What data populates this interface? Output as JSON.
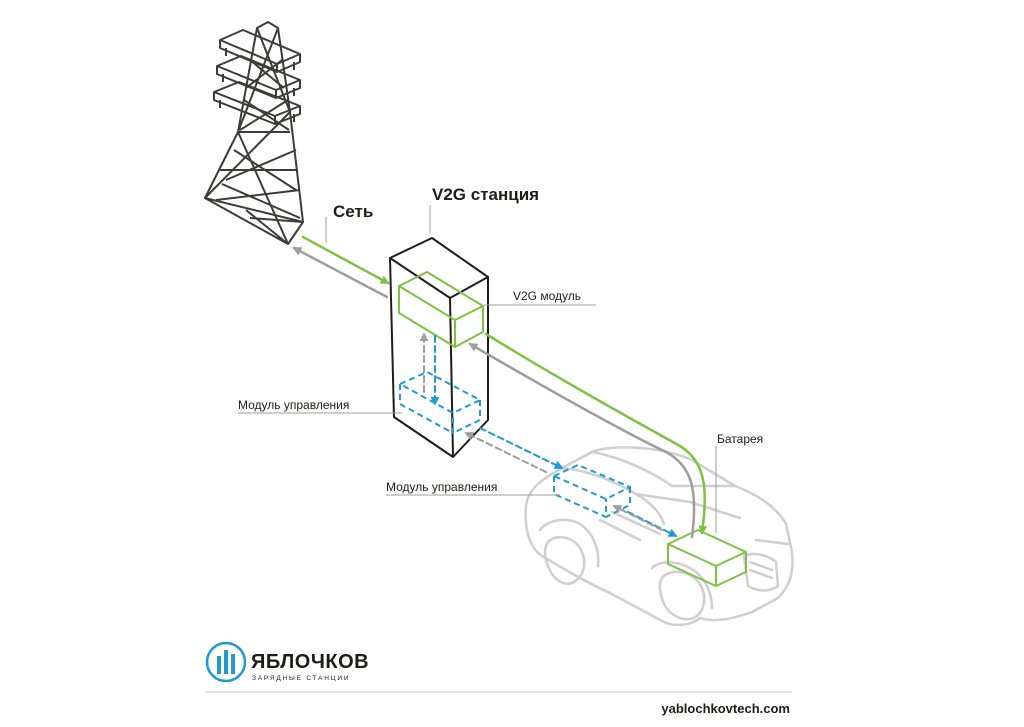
{
  "labels": {
    "grid": "Сеть",
    "station": "V2G станция",
    "v2g_module": "V2G модуль",
    "station_control": "Модуль управления",
    "car_control": "Модуль управления",
    "battery": "Батарея"
  },
  "brand": {
    "name": "ЯБЛОЧКОВ",
    "tagline": "ЗАРЯДНЫЕ СТАНЦИИ",
    "url": "yablochkovtech.com"
  },
  "colors": {
    "power": "#7dc242",
    "return": "#9d9d9c",
    "control": "#1f9bd1",
    "outline": "#1d1d1b",
    "car": "#cfcfcf",
    "brand": "#1f9bd1"
  },
  "icons": {
    "tower": "transmission-tower-icon",
    "car": "car-outline-icon",
    "logo": "yablochkov-logo-icon"
  }
}
